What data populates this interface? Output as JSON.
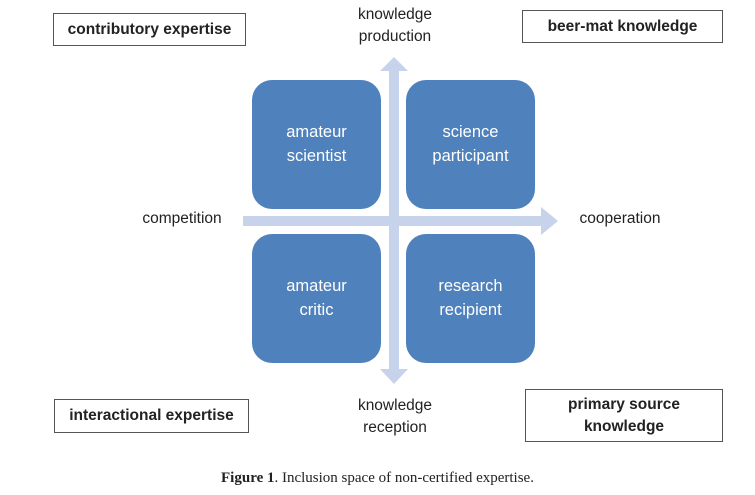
{
  "corners": {
    "top_left": "contributory expertise",
    "top_right": "beer-mat knowledge",
    "bottom_left": "interactional expertise",
    "bottom_right_line1": "primary source",
    "bottom_right_line2": "knowledge"
  },
  "axes": {
    "top_line1": "knowledge",
    "top_line2": "production",
    "bottom_line1": "knowledge",
    "bottom_line2": "reception",
    "left": "competition",
    "right": "cooperation"
  },
  "quadrants": {
    "top_left": {
      "line1": "amateur",
      "line2": "scientist"
    },
    "top_right": {
      "line1": "science",
      "line2": "participant"
    },
    "bottom_left": {
      "line1": "amateur",
      "line2": "critic"
    },
    "bottom_right": {
      "line1": "research",
      "line2": "recipient"
    }
  },
  "colors": {
    "quadrant_fill": "#4f81bd",
    "arrow_fill": "#c6d3ea"
  },
  "caption": {
    "label": "Figure 1",
    "text": "Inclusion space of non-certified expertise."
  }
}
